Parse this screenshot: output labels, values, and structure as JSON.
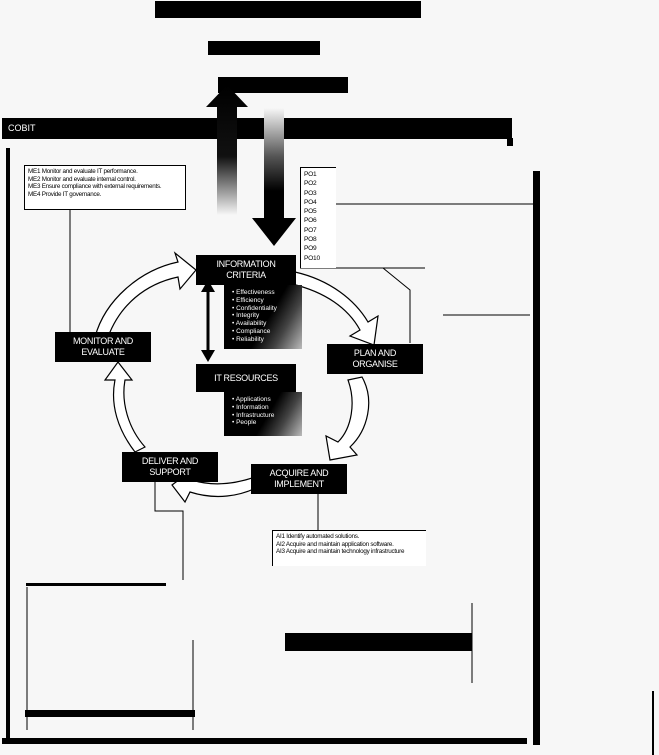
{
  "frame": {
    "title": "COBIT"
  },
  "center": {
    "information_criteria": {
      "title": "INFORMATION\nCRITERIA",
      "items": [
        "Effectiveness",
        "Efficiency",
        "Confidentiality",
        "Integrity",
        "Availability",
        "Compliance",
        "Reliability"
      ]
    },
    "it_resources": {
      "title": "IT RESOURCES",
      "items": [
        "Applications",
        "Information",
        "Infrastructure",
        "People"
      ]
    }
  },
  "domains": {
    "monitor": "MONITOR AND\nEVALUATE",
    "plan": "PLAN AND\nORGANISE",
    "acquire": "ACQUIRE AND\nIMPLEMENT",
    "deliver": "DELIVER AND\nSUPPORT"
  },
  "process_lists": {
    "me": [
      "ME1 Monitor and evaluate IT performance.",
      "ME2 Monitor and evaluate internal control.",
      "ME3 Ensure compliance with external requirements.",
      "ME4 Provide IT governance."
    ],
    "po": [
      "PO1",
      "PO2",
      "PO3",
      "PO4",
      "PO5",
      "PO6",
      "PO7",
      "PO8",
      "PO9",
      "PO10"
    ],
    "ai": [
      "AI1 Identify automated solutions.",
      "AI2 Acquire and maintain application software.",
      "AI3 Acquire and maintain technology infrastructure"
    ]
  },
  "colors": {
    "background": "#f7f7f7",
    "ink": "#000000",
    "label_text": "#ffffff"
  }
}
